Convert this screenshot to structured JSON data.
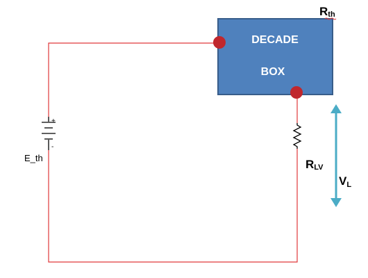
{
  "decade_box": {
    "line1": "DECADE",
    "line2": "BOX",
    "fill_color": "#4f81bd",
    "border_color": "#385d8a"
  },
  "rth_label": {
    "main": "R",
    "sub": "th"
  },
  "rlv_label": {
    "main": "R",
    "sub": "LV"
  },
  "vl_label": {
    "main": "V",
    "sub": "L"
  },
  "source": {
    "label": "E_th",
    "plus": "+",
    "minus": "-"
  },
  "colors": {
    "wire": "#e0373a",
    "node": "#c0272d",
    "arrow": "#4bacc6",
    "component": "#000000"
  }
}
